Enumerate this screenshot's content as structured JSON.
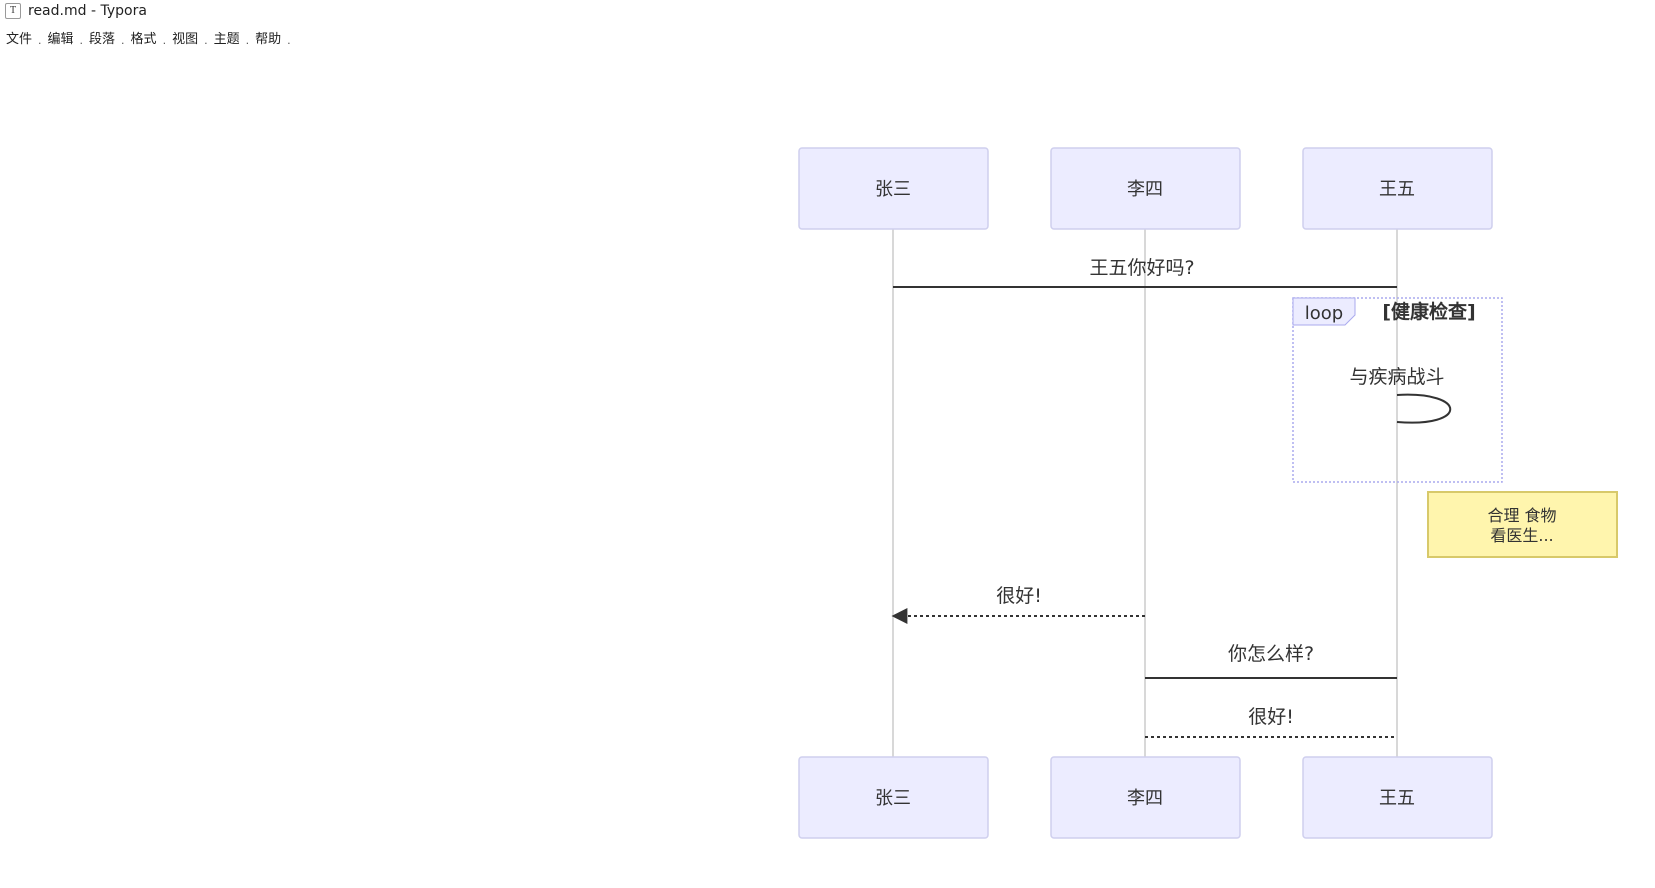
{
  "window": {
    "icon_glyph": "T",
    "title": "read.md - Typora"
  },
  "menu": {
    "items": [
      "文件",
      "编辑",
      "段落",
      "格式",
      "视图",
      "主题",
      "帮助"
    ]
  },
  "sequence_diagram": {
    "participants": [
      "张三",
      "李四",
      "王五"
    ],
    "messages": {
      "m1": "王五你好吗?",
      "m2": "与疾病战斗",
      "m3": "很好!",
      "m4": "你怎么样?",
      "m5": "很好!"
    },
    "loop": {
      "keyword": "loop",
      "condition": "[健康检查]"
    },
    "note": {
      "line1": "合理 食物",
      "line2": "看医生..."
    },
    "colors": {
      "actor_fill": "#ececff",
      "actor_stroke": "#cfcfee",
      "note_fill": "#fff5ad",
      "note_stroke": "#d8c96a",
      "line": "#333333",
      "lifeline": "#cccccc",
      "loop_border": "#aaaaee"
    }
  }
}
